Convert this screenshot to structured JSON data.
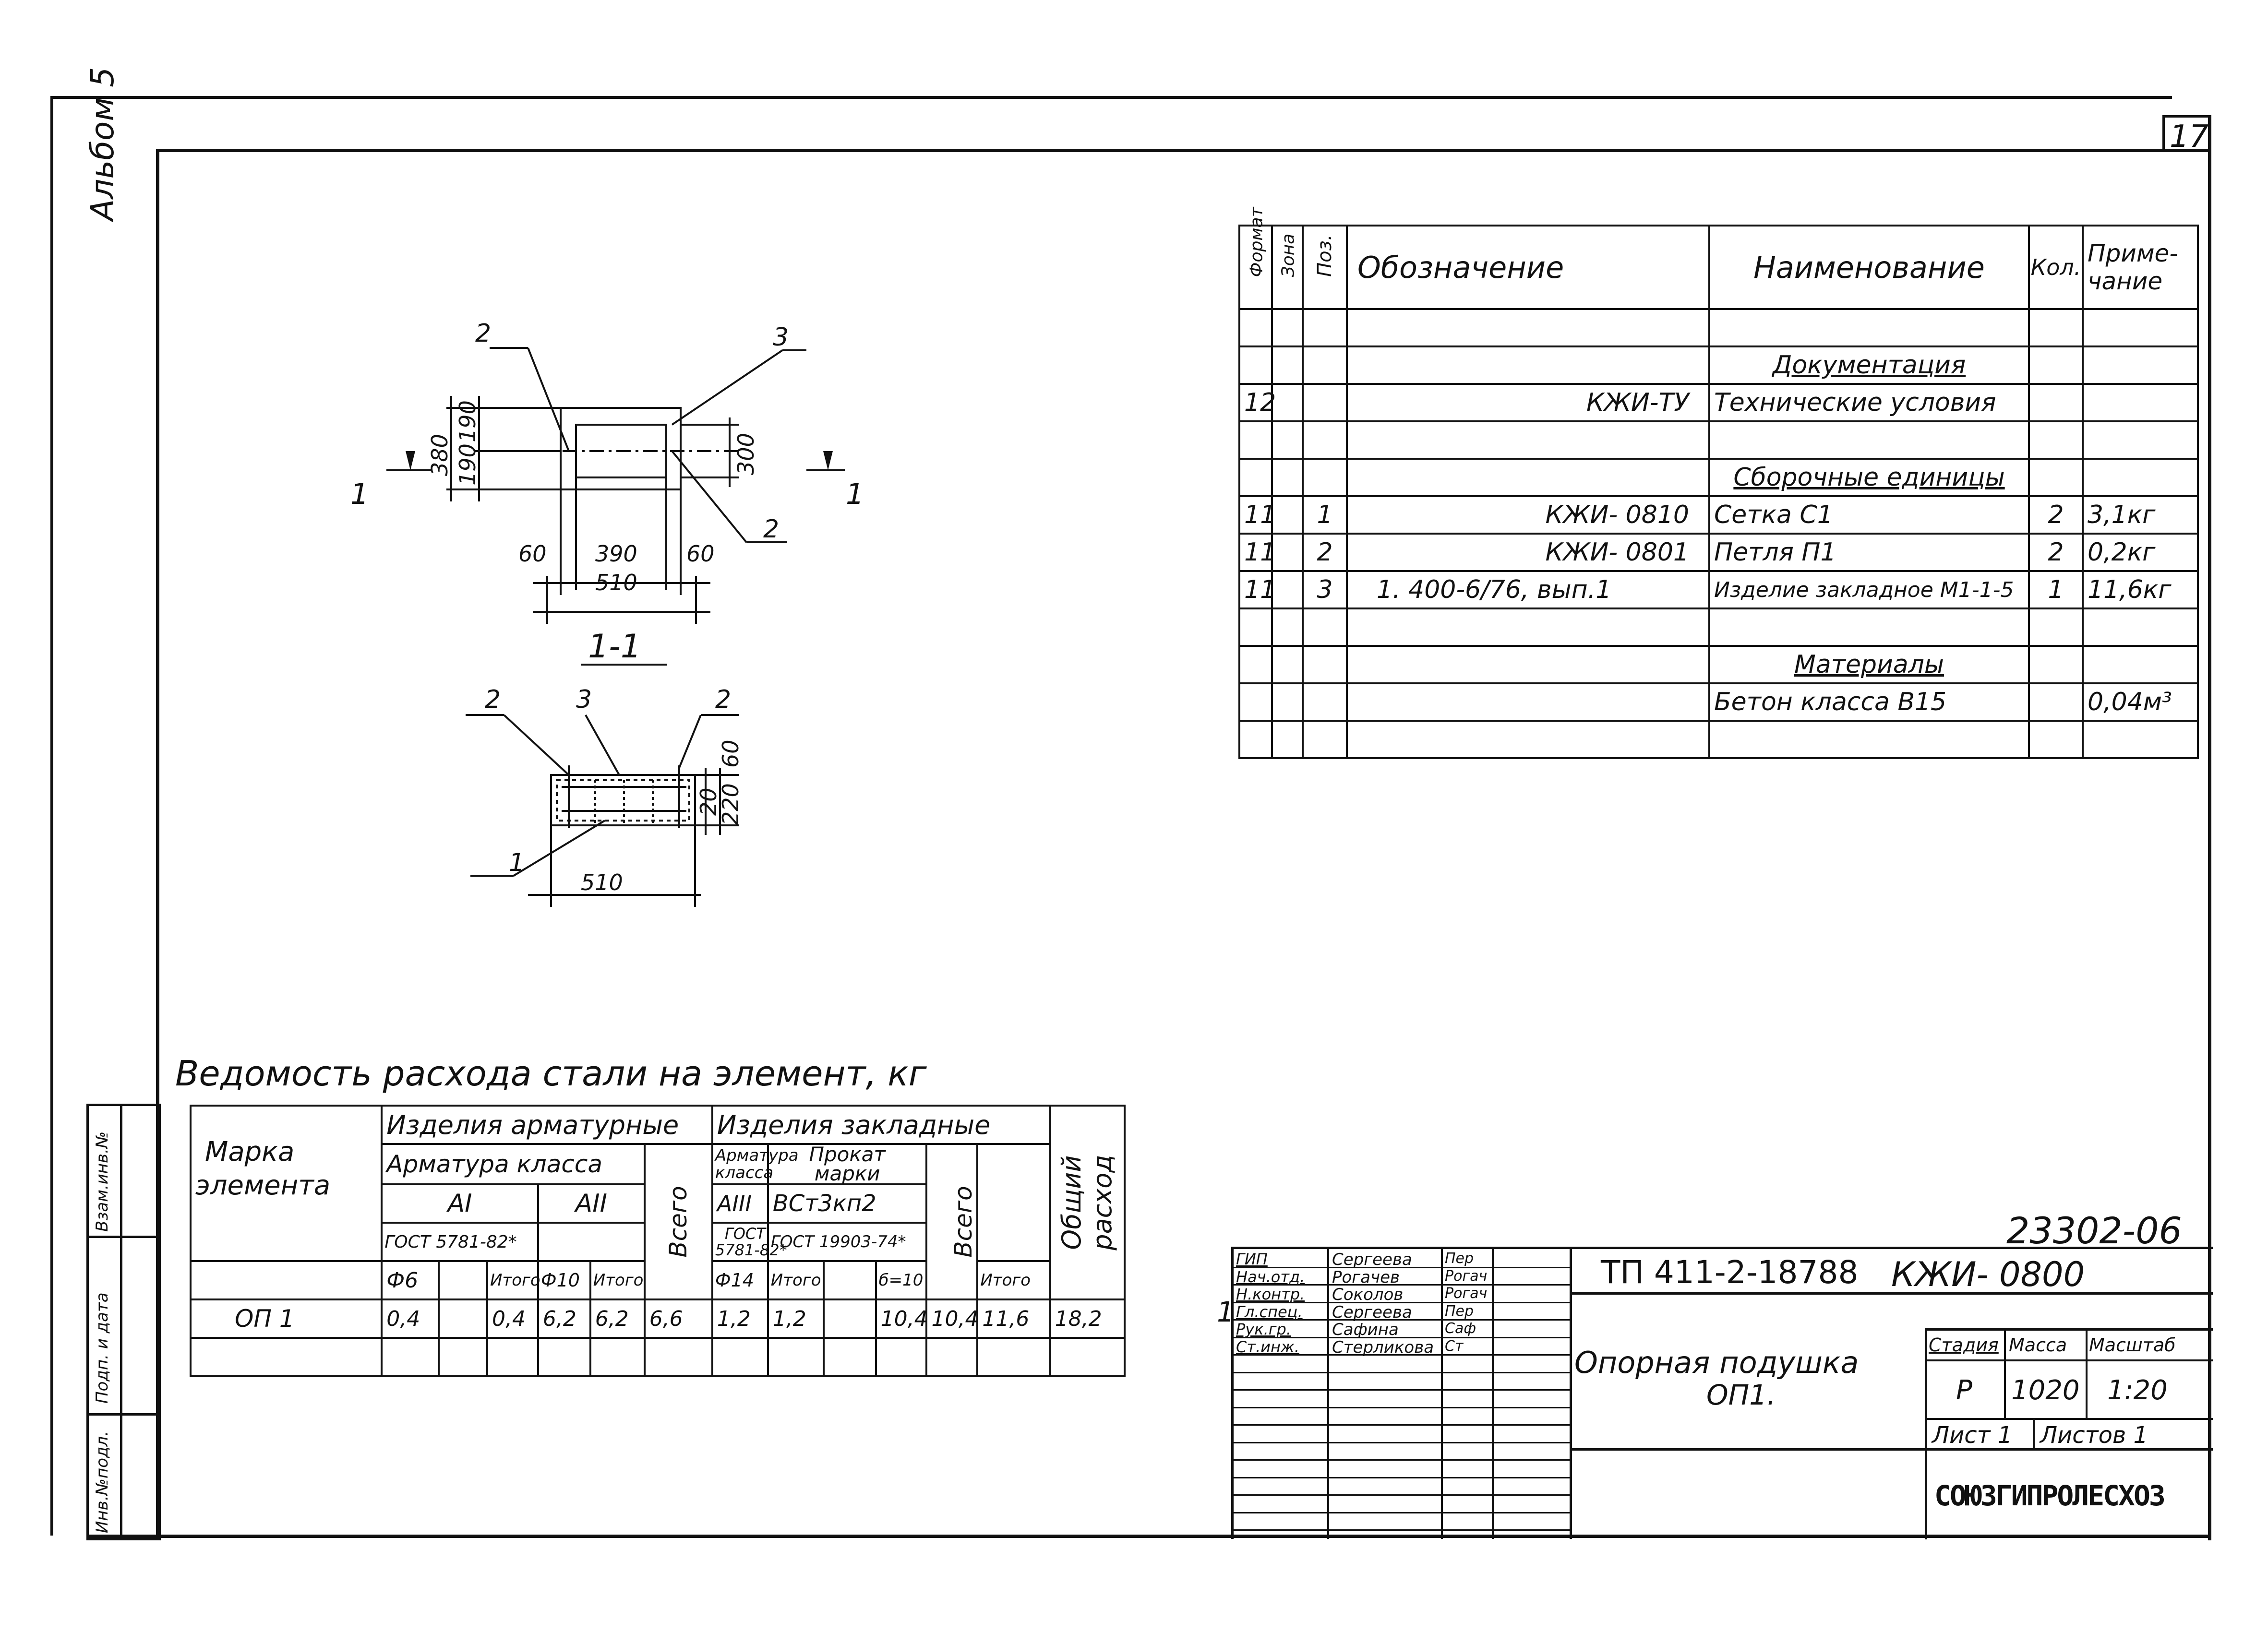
{
  "sheet": {
    "number": "17",
    "album": "Альбом 5",
    "code_top": "23302-06",
    "designation": "ТП 411-2-18788",
    "code": "КЖИ- 0800",
    "title_line1": "Опорная подушка",
    "title_line2": "ОП1.",
    "stage_label": "Стадия",
    "mass_label": "Масса",
    "scale_label": "Масштаб",
    "stage": "Р",
    "mass": "1020",
    "scale": "1:20",
    "sheet_label": "Лист 1",
    "sheets_label": "Листов 1",
    "organization": "СОЮЗГИПРОЛЕСХОЗ",
    "corner_mark": "1"
  },
  "signatures": [
    {
      "role": "ГИП",
      "name": "Сергеева",
      "sign": "Пер"
    },
    {
      "role": "Нач.отд.",
      "name": "Рогачев",
      "sign": "Рогач"
    },
    {
      "role": "Н.контр.",
      "name": "Соколов",
      "sign": "Рогач"
    },
    {
      "role": "Гл.спец.",
      "name": "Сергеева",
      "sign": "Пер"
    },
    {
      "role": "Рук.гр.",
      "name": "Сафина",
      "sign": "Саф"
    },
    {
      "role": "Ст.инж.",
      "name": "Стерликова",
      "sign": "Ст"
    }
  ],
  "side_stamp": [
    "Инв.№подл.",
    "Подп. и дата",
    "Взам.инв.№"
  ],
  "spec": {
    "headers": {
      "format": "Формат",
      "zone": "Зона",
      "pos": "Поз.",
      "designation": "Обозначение",
      "name": "Наименование",
      "qty": "Кол.",
      "note_1": "Приме-",
      "note_2": "чание"
    },
    "rows": [
      {
        "format": "",
        "pos": "",
        "designation": "",
        "name": "",
        "qty": "",
        "note": "",
        "section": false
      },
      {
        "format": "",
        "pos": "",
        "designation": "",
        "name": "Документация",
        "qty": "",
        "note": "",
        "section": true
      },
      {
        "format": "12",
        "pos": "",
        "designation": "КЖИ-ТУ",
        "name": "Технические условия",
        "qty": "",
        "note": "",
        "section": false
      },
      {
        "format": "",
        "pos": "",
        "designation": "",
        "name": "",
        "qty": "",
        "note": "",
        "section": false
      },
      {
        "format": "",
        "pos": "",
        "designation": "",
        "name": "Сборочные единицы",
        "qty": "",
        "note": "",
        "section": true
      },
      {
        "format": "11",
        "pos": "1",
        "designation": "КЖИ- 0810",
        "name": "Сетка С1",
        "qty": "2",
        "note": "3,1кг",
        "section": false
      },
      {
        "format": "11",
        "pos": "2",
        "designation": "КЖИ- 0801",
        "name": "Петля П1",
        "qty": "2",
        "note": "0,2кг",
        "section": false
      },
      {
        "format": "11",
        "pos": "3",
        "designation": "1. 400-6/76,   вып.1",
        "name": "Изделие закладное М1-1-5",
        "qty": "1",
        "note": "11,6кг",
        "section": false
      },
      {
        "format": "",
        "pos": "",
        "designation": "",
        "name": "",
        "qty": "",
        "note": "",
        "section": false
      },
      {
        "format": "",
        "pos": "",
        "designation": "",
        "name": "Материалы",
        "qty": "",
        "note": "",
        "section": true
      },
      {
        "format": "",
        "pos": "",
        "designation": "",
        "name": "Бетон класса В15",
        "qty": "",
        "note": "0,04м³",
        "section": false
      },
      {
        "format": "",
        "pos": "",
        "designation": "",
        "name": "",
        "qty": "",
        "note": "",
        "section": false
      }
    ]
  },
  "steel": {
    "title": "Ведомость расхода стали на элемент, кг",
    "h_mark_1": "Марка",
    "h_mark_2": "элемента",
    "h_rebar_products": "Изделия арматурные",
    "h_embedded": "Изделия закладные",
    "h_total_general": "Общий расход",
    "h_rebar_class": "Арматура класса",
    "h_total": "Всего",
    "h_aiii_class_1": "Арматура",
    "h_aiii_class_2": "класса",
    "h_rolled_1": "Прокат",
    "h_rolled_2": "марки",
    "h_ai": "АI",
    "h_aii": "АII",
    "h_aiii": "АIII",
    "h_vst": "ВСт3кп2",
    "h_gost_a": "ГОСТ 5781-82*",
    "h_gost_b_1": "ГОСТ",
    "h_gost_b_2": "5781-82*",
    "h_gost_c": "ГОСТ 19903-74*",
    "h_d6": "Ф6",
    "h_itogo": "Итого",
    "h_d10": "Ф10",
    "h_d14": "Ф14",
    "h_delta10": "б=10",
    "row": {
      "mark": "ОП 1",
      "d6": "0,4",
      "blank": "",
      "it1": "0,4",
      "d10": "6,2",
      "it2": "6,2",
      "all1": "6,6",
      "d14": "1,2",
      "it3": "1,2",
      "blank2": "",
      "delta": "10,4",
      "it4": "10,4",
      "all2": "11,6",
      "total": "18,2"
    }
  },
  "drawing": {
    "dims": {
      "h380": "380",
      "h190a": "190",
      "h190b": "190",
      "h300": "300",
      "w60a": "60",
      "w390": "390",
      "w60b": "60",
      "w510": "510",
      "w510b": "510",
      "h60": "60",
      "h20": "20",
      "h220": "220"
    },
    "callouts": {
      "c2a": "2",
      "c3a": "3",
      "c2b": "2",
      "c2c": "2",
      "c3b": "3",
      "c2d": "2",
      "c1": "1"
    },
    "section_mark": "1",
    "section_title": "1-1"
  }
}
